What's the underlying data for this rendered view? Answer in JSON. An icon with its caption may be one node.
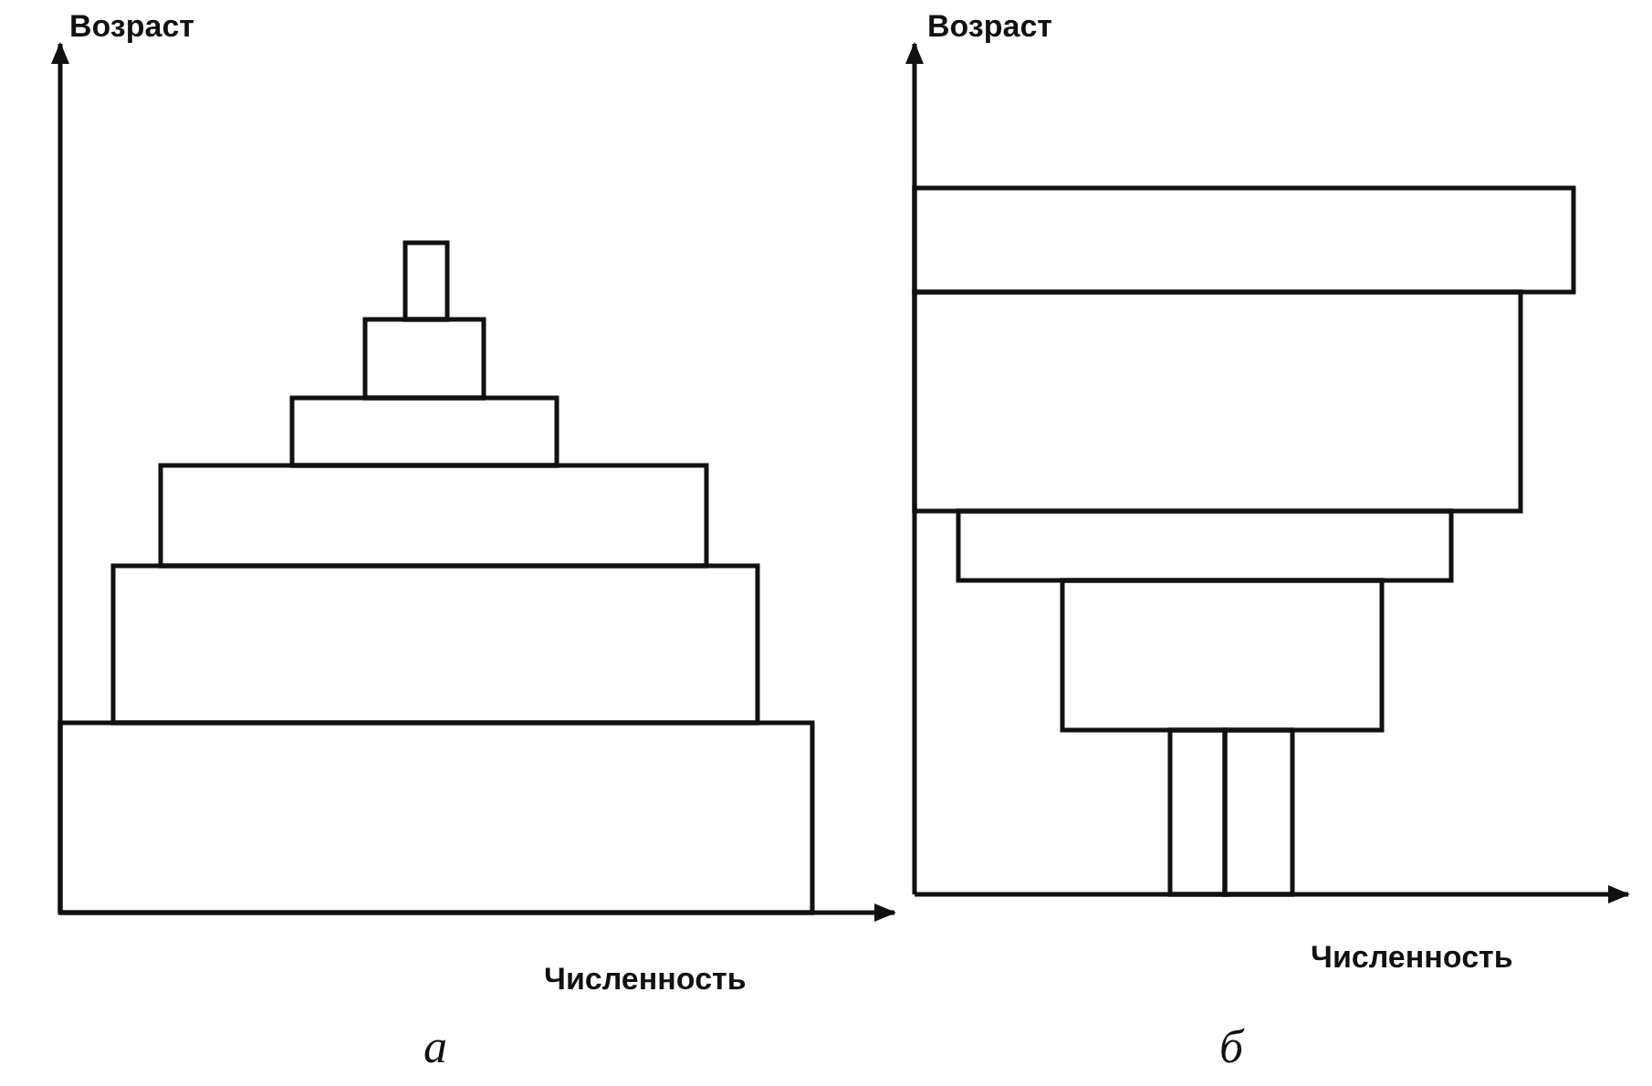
{
  "diagram": {
    "labels": [
      "Возраст",
      "Численность",
      "а",
      "Возраст",
      "Численность",
      "б"
    ]
  }
}
